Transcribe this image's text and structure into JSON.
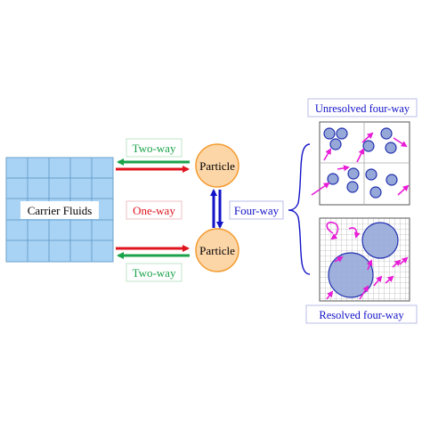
{
  "carrier": {
    "label": "Carrier Fluids",
    "fill": "#a9d3f5",
    "grid": "#6aa0cc"
  },
  "particles": [
    {
      "label": "Particle"
    },
    {
      "label": "Particle"
    }
  ],
  "couplings": {
    "two_way_top": "Two-way",
    "one_way": "One-way",
    "two_way_bottom": "Two-way",
    "four_way": "Four-way"
  },
  "panels": {
    "unresolved": {
      "title": "Unresolved four-way"
    },
    "resolved": {
      "title": "Resolved four-way"
    }
  },
  "colors": {
    "green": "#1aa34a",
    "red": "#e0141e",
    "blue": "#1212c8",
    "particle_fill": "#fdd6a8",
    "particle_stroke": "#f39a2e",
    "circle_fill": "#95a8d8",
    "circle_stroke": "#2330b0",
    "magenta": "#e81cd6"
  }
}
